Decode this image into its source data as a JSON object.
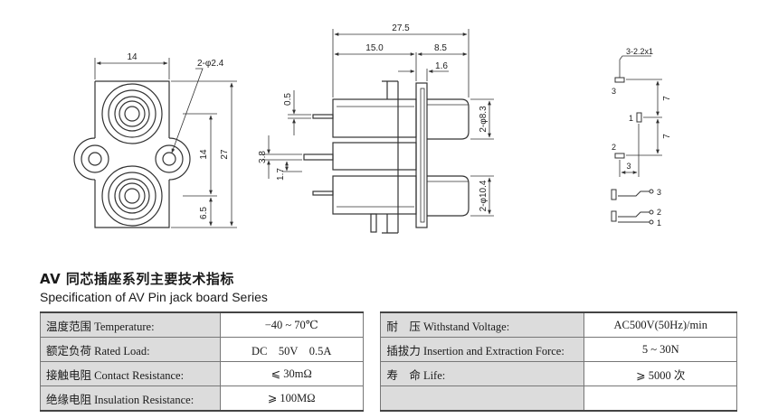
{
  "drawing": {
    "front": {
      "width": "14",
      "hole": "2-φ2.4",
      "height": "27",
      "pitch": "14",
      "bottom": "6.5"
    },
    "side": {
      "total": "27.5",
      "body": "15.0",
      "plug": "8.5",
      "flange": "1.6",
      "pin_thick": "0.5",
      "pin_pitch": "3.8",
      "pin_off": "1.7",
      "dia_small": "2-φ8.3",
      "dia_large": "2-φ10.4"
    },
    "pcb": {
      "holes": "3-2.2x1",
      "pin3": "3",
      "pin1": "1",
      "pin2": "2",
      "dim_top": "7",
      "dim_bottom": "7",
      "dim_width": "3"
    },
    "schematic": {
      "p3": "3",
      "p2": "2",
      "p1": "1"
    }
  },
  "heading": {
    "cn": "AV 同芯插座系列主要技术指标",
    "en": "Specification of AV Pin jack board Series"
  },
  "table": {
    "rows": [
      {
        "l1": "温度范围 Temperature:",
        "v1": "−40 ~ 70℃",
        "l2": "耐　压 Withstand Voltage:",
        "v2": "AC500V(50Hz)/min"
      },
      {
        "l1": "额定负荷 Rated Load:",
        "v1": "DC　50V　0.5A",
        "l2": "插拔力 Insertion and Extraction Force:",
        "v2": "5 ~ 30N"
      },
      {
        "l1": "接触电阻 Contact Resistance:",
        "v1": "⩽ 30mΩ",
        "l2": "寿　命 Life:",
        "v2": "⩾ 5000 次"
      },
      {
        "l1": "绝缘电阻 Insulation Resistance:",
        "v1": "⩾ 100MΩ",
        "l2": "",
        "v2": ""
      }
    ]
  }
}
